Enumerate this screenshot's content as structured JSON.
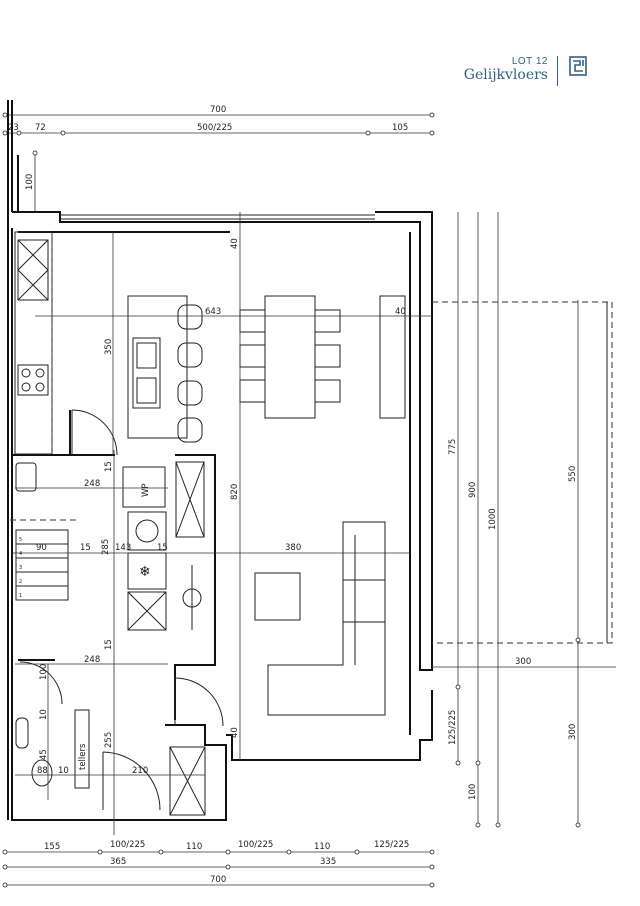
{
  "header": {
    "lot": "LOT 12",
    "title": "Gelijkvloers",
    "brand_color": "#2f5f96",
    "logo_icon": "floorplan-logo-icon"
  },
  "dimensions": {
    "top_total": "700",
    "top_segments": [
      "23",
      "72",
      "500/225",
      "105"
    ],
    "left_top": "100",
    "bottom_segments": [
      "155",
      "100/225",
      "110",
      "100/225",
      "110",
      "125/225"
    ],
    "bottom_sub": [
      "365",
      "335"
    ],
    "bottom_total": "700",
    "right_chain": [
      "775",
      "125/225"
    ],
    "right_900": "900",
    "right_100": "100",
    "right_1000": "1000",
    "terrace_depth": "550",
    "terrace_lower": "300",
    "terrace_width": "300",
    "interior": {
      "d643": "643",
      "d40_right": "40",
      "d40_top": "40",
      "d40_bottom": "40",
      "d350": "350",
      "d820": "820",
      "d248_top": "248",
      "d248_bottom": "248",
      "d15_a": "15",
      "d15_b": "15",
      "d15_c": "15",
      "d15_d": "15",
      "d285": "285",
      "d143": "143",
      "d380": "380",
      "d90": "90",
      "d100_wc": "100",
      "d10_a": "10",
      "d10_b": "10",
      "d45": "45",
      "d88": "88",
      "d255": "255",
      "d210": "210"
    }
  },
  "labels": {
    "heat_pump": "WP",
    "meters": "tellers"
  },
  "stairs": [
    "1",
    "2",
    "3",
    "4",
    "5"
  ]
}
